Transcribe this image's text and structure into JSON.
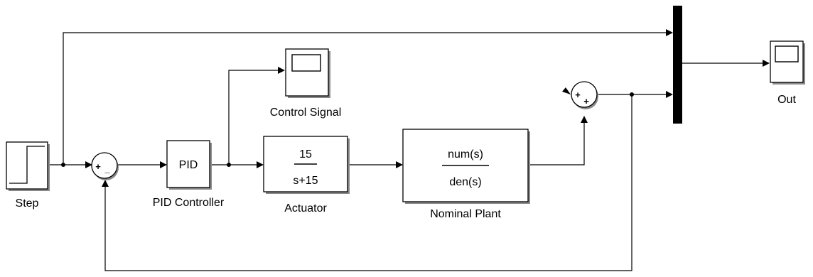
{
  "blocks": {
    "step": {
      "label": "Step"
    },
    "sum1": {
      "sign_a": "+",
      "sign_b": "_"
    },
    "pid": {
      "text": "PID",
      "label": "PID Controller"
    },
    "scope_control": {
      "label": "Control Signal"
    },
    "actuator": {
      "numerator": "15",
      "denominator": "s+15",
      "label": "Actuator"
    },
    "plant": {
      "numerator": "num(s)",
      "denominator": "den(s)",
      "label": "Nominal Plant"
    },
    "sum2": {
      "sign_a": "+",
      "sign_b": "+"
    },
    "scope_out": {
      "label": "Out"
    }
  }
}
